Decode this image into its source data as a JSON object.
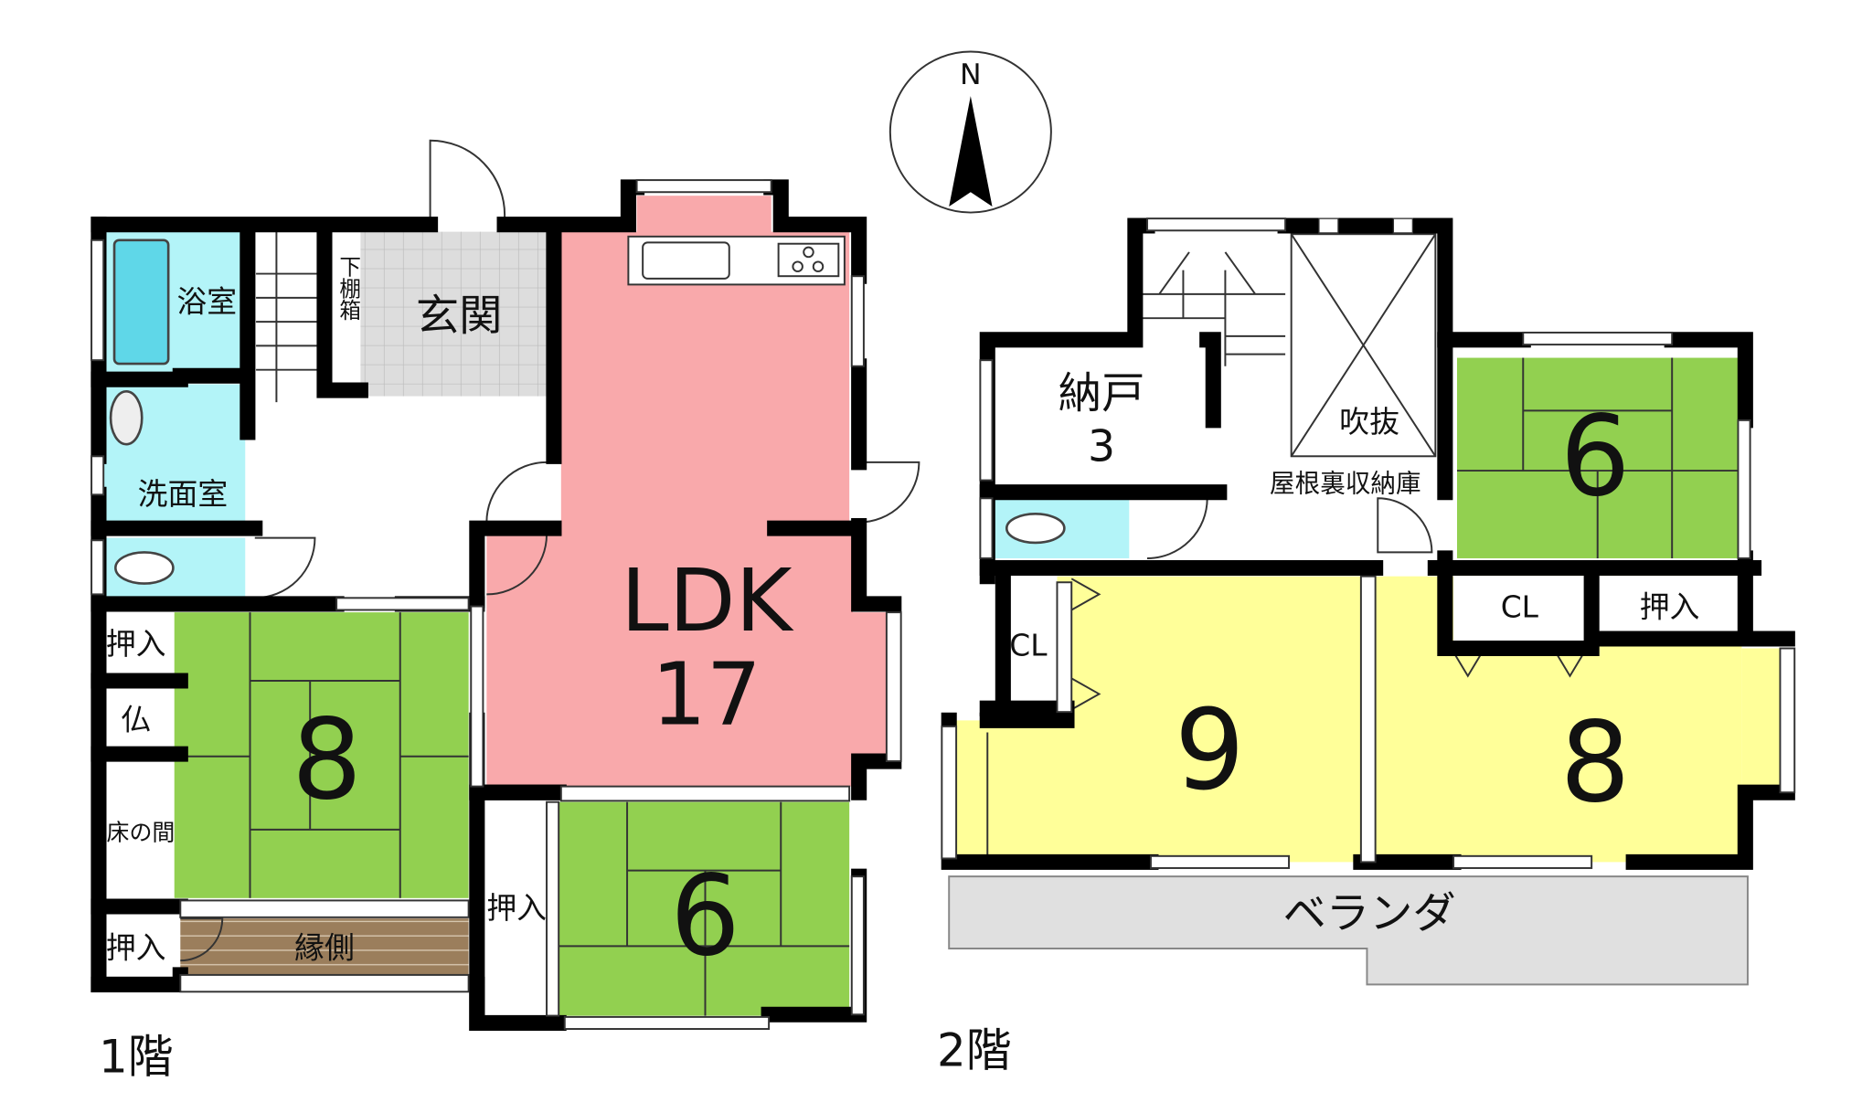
{
  "compass": {
    "north": "N"
  },
  "floor1": {
    "label": "1階",
    "rooms": {
      "bath": "浴室",
      "washroom": "洗面室",
      "shoe_cabinet": "下棚箱",
      "entrance": "玄関",
      "ldk_name": "LDK",
      "ldk_size": "17",
      "japanese_room_8": "8",
      "japanese_room_6": "6",
      "closet_top": "押入",
      "altar": "仏",
      "tokonoma": "床の間",
      "closet_bottom": "押入",
      "veranda_engawa": "縁側",
      "closet_room6": "押入"
    }
  },
  "floor2": {
    "label": "2階",
    "rooms": {
      "storage_name": "納戸",
      "storage_size": "3",
      "atrium": "吹抜",
      "attic_storage": "屋根裏収納庫",
      "japanese_room_6": "6",
      "closet_cl_right": "CL",
      "closet_oshiire": "押入",
      "closet_cl_left": "CL",
      "western_room_9": "9",
      "western_room_8": "8",
      "balcony": "ベランダ"
    }
  },
  "colors": {
    "ldk": "#f9a9ab",
    "tatami": "#92d050",
    "western": "#ffff99",
    "water": "#b3f4f8",
    "entrance": "#dddddd",
    "engawa": "#9b7e5c",
    "balcony": "#e0e0e0"
  }
}
